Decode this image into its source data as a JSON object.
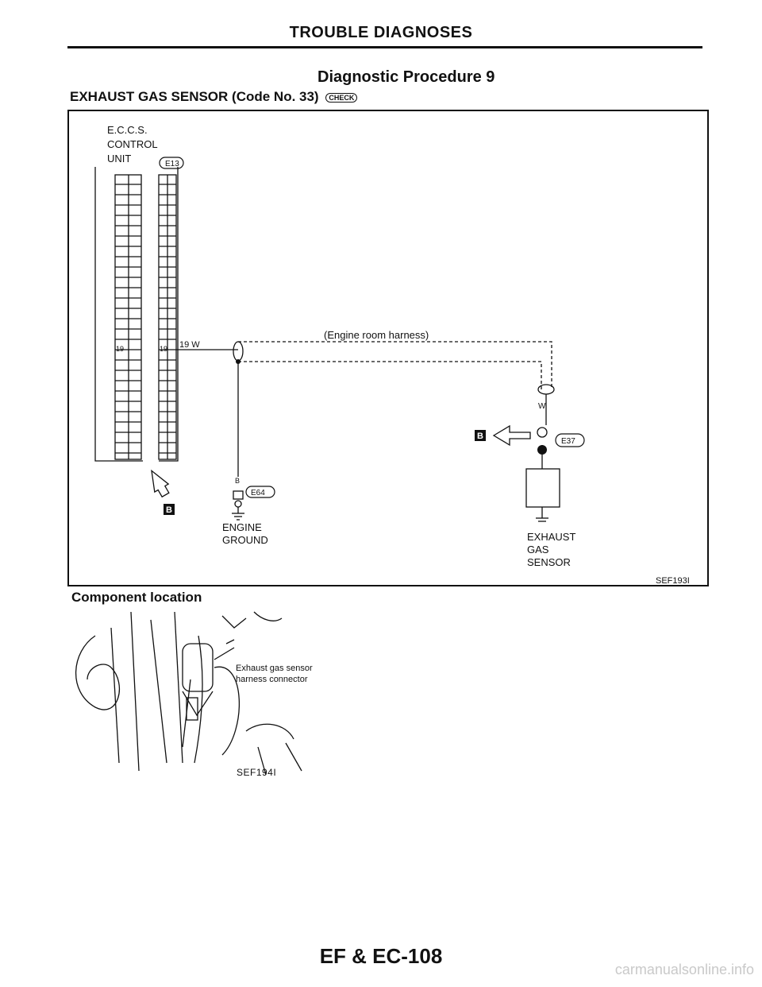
{
  "header": {
    "title": "TROUBLE DIAGNOSES"
  },
  "procedure": {
    "title": "Diagnostic Procedure 9",
    "subtitle": "EXHAUST GAS SENSOR (Code No. 33)",
    "check_badge": "CHECK"
  },
  "diagram": {
    "ecu_label": [
      "E.C.C.S.",
      "CONTROL",
      "UNIT"
    ],
    "connector_e13": "E13",
    "pin_19_left": "19",
    "pin_19_right": "19",
    "wire_label": "19 W",
    "harness_label": "(Engine room harness)",
    "connector_e64": "E64",
    "wire_b": "B",
    "engine_ground": [
      "ENGINE",
      "GROUND"
    ],
    "wire_w": "W",
    "connector_e37": "E37",
    "exhaust_sensor": [
      "EXHAUST",
      "GAS",
      "SENSOR"
    ],
    "ref_b": "B",
    "ref_code": "SEF193I"
  },
  "component": {
    "title": "Component location",
    "callout": [
      "Exhaust gas sensor",
      "harness connector"
    ],
    "ref_code": "SEF194I"
  },
  "footer": {
    "page": "EF & EC-108"
  },
  "watermark": {
    "text": "carmanualsonline.info"
  }
}
